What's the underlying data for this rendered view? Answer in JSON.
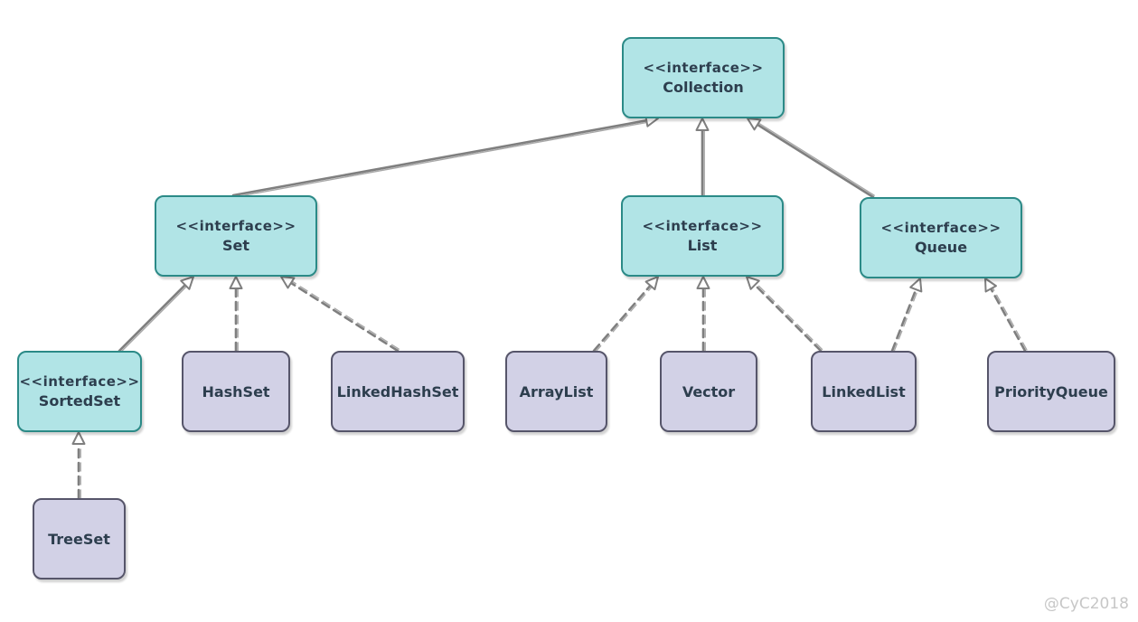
{
  "stereotype": "<<interface>>",
  "nodes": {
    "collection": {
      "name": "Collection",
      "kind": "interface"
    },
    "set": {
      "name": "Set",
      "kind": "interface"
    },
    "list": {
      "name": "List",
      "kind": "interface"
    },
    "queue": {
      "name": "Queue",
      "kind": "interface"
    },
    "sortedset": {
      "name": "SortedSet",
      "kind": "interface"
    },
    "hashset": {
      "name": "HashSet",
      "kind": "class"
    },
    "linkedhashset": {
      "name": "LinkedHashSet",
      "kind": "class"
    },
    "arraylist": {
      "name": "ArrayList",
      "kind": "class"
    },
    "vector": {
      "name": "Vector",
      "kind": "class"
    },
    "linkedlist": {
      "name": "LinkedList",
      "kind": "class"
    },
    "priorityqueue": {
      "name": "PriorityQueue",
      "kind": "class"
    },
    "treeset": {
      "name": "TreeSet",
      "kind": "class"
    }
  },
  "relations": [
    {
      "from": "set",
      "to": "collection",
      "type": "extends"
    },
    {
      "from": "list",
      "to": "collection",
      "type": "extends"
    },
    {
      "from": "queue",
      "to": "collection",
      "type": "extends"
    },
    {
      "from": "sortedset",
      "to": "set",
      "type": "extends"
    },
    {
      "from": "hashset",
      "to": "set",
      "type": "implements"
    },
    {
      "from": "linkedhashset",
      "to": "set",
      "type": "implements"
    },
    {
      "from": "arraylist",
      "to": "list",
      "type": "implements"
    },
    {
      "from": "vector",
      "to": "list",
      "type": "implements"
    },
    {
      "from": "linkedlist",
      "to": "list",
      "type": "implements"
    },
    {
      "from": "linkedlist",
      "to": "queue",
      "type": "implements"
    },
    {
      "from": "priorityqueue",
      "to": "queue",
      "type": "implements"
    },
    {
      "from": "treeset",
      "to": "sortedset",
      "type": "implements"
    }
  ],
  "colors": {
    "interface_fill": "#b1e4e6",
    "interface_border": "#2b8a87",
    "class_fill": "#d2d1e6",
    "class_border": "#56556a",
    "edge": "#7f7f7f",
    "text": "#2d3e4e"
  },
  "watermark": "@CyC2018"
}
